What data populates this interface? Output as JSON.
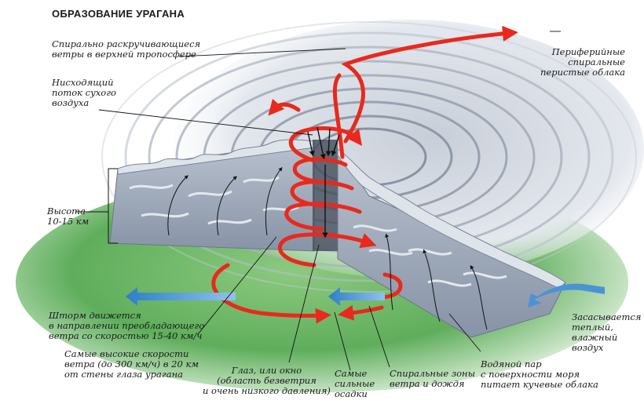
{
  "title": "ОБРАЗОВАНИЕ УРАГАНА",
  "labels": {
    "upper_winds": [
      "Спирально раскручивающиеся",
      "ветры в верхней тропосфере"
    ],
    "downflow": [
      "Нисходящий",
      "поток сухого",
      "воздуха"
    ],
    "height": [
      "Высота",
      "10-15 км"
    ],
    "storm_moves": [
      "Шторм движется",
      "в направлении преобладающего",
      "ветра со скоростью 15-40 км/ч"
    ],
    "max_wind": [
      "Самые высокие скорости",
      "ветра (до 300 км/ч) в 20 км",
      "от стены глаза урагана"
    ],
    "eye": [
      "Глаз, или окно",
      "(область безветрия",
      "и очень низкого давления)"
    ],
    "precip": [
      "Самые",
      "сильные",
      "осадки"
    ],
    "spiral_zones": [
      "Спиральные зоны",
      "ветра и дождя"
    ],
    "water_vapor": [
      "Водяной пар",
      "с поверхности моря",
      "питает кучевые облака"
    ],
    "warm_air": [
      "Засасывается",
      "теплый,",
      "влажный",
      "воздух"
    ],
    "cirrus": [
      "Периферийные",
      "спиральные",
      "перистые облака"
    ]
  },
  "colors": {
    "wind_red": "#e8291c",
    "arrow_blue": "#2d7fc6",
    "sea_green": "#5fae5c",
    "cloud_gray": "#9aa4b3"
  }
}
